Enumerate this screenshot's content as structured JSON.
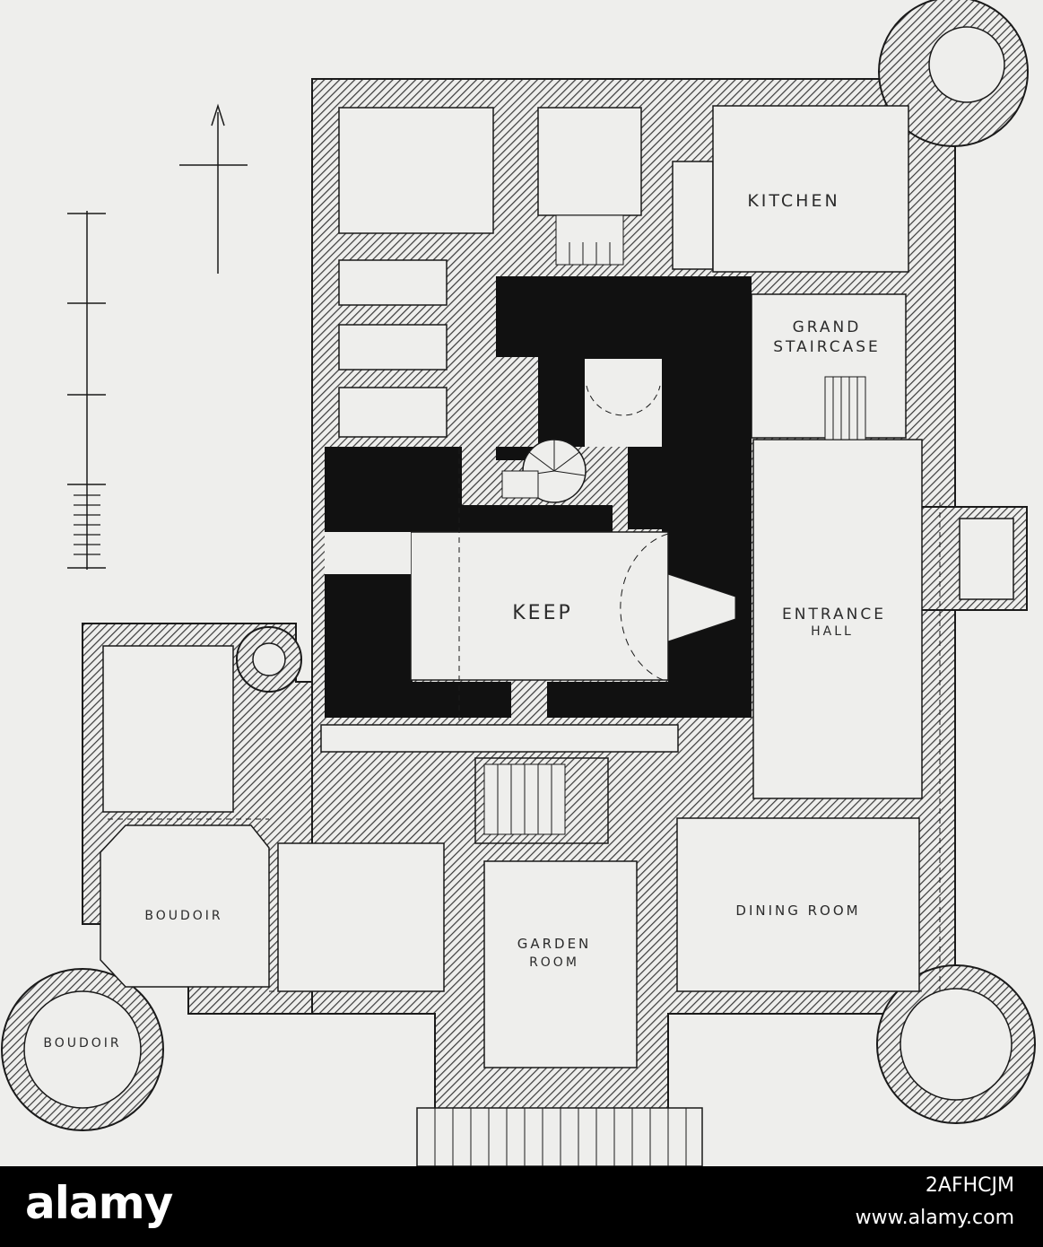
{
  "plan": {
    "rooms": {
      "kitchen": "KITCHEN",
      "grand_staircase_1": "GRAND",
      "grand_staircase_2": "STAIRCASE",
      "keep": "KEEP",
      "entrance_hall_1": "ENTRANCE",
      "entrance_hall_2": "HALL",
      "boudoir_west": "BOUDOIR",
      "boudoir_tower": "BOUDOIR",
      "garden_room_1": "GARDEN",
      "garden_room_2": "ROOM",
      "dining_room": "DINING ROOM"
    },
    "colors": {
      "paper": "#eeeeec",
      "ink": "#1a1a1a",
      "hatch": "#3a3a3a",
      "solid_wall": "#111111"
    }
  },
  "footer": {
    "logo": "alamy",
    "image_id": "2AFHCJM",
    "url": "www.alamy.com"
  }
}
